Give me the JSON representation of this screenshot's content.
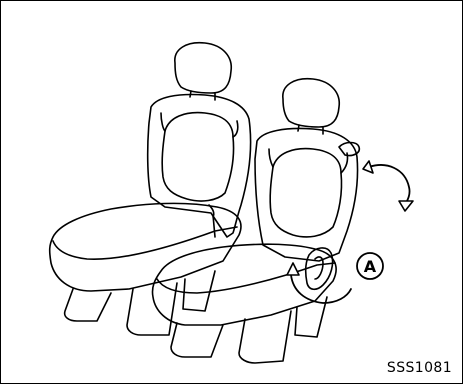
{
  "figure": {
    "callout_letter": "A",
    "code": "SSS1081"
  },
  "icons": {
    "seat": "seat-icon",
    "lever": "seat-lever",
    "arrow_lift": "lift-arrow-icon",
    "arrow_fold": "fold-arrow-icon"
  }
}
